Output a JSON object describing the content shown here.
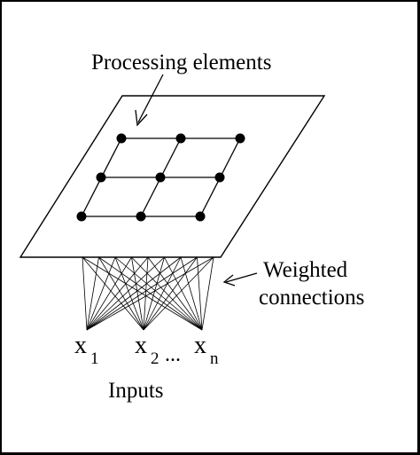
{
  "labels": {
    "processing": "Processing elements",
    "weighted_line1": "Weighted",
    "weighted_line2": "connections",
    "inputs": "Inputs"
  },
  "inputs": [
    {
      "var": "x",
      "sub": "1"
    },
    {
      "var": "x",
      "sub": "2"
    },
    {
      "var": "x",
      "sub": "n"
    }
  ],
  "ellipsis": "...",
  "grid": {
    "rows": 3,
    "cols": 3
  }
}
